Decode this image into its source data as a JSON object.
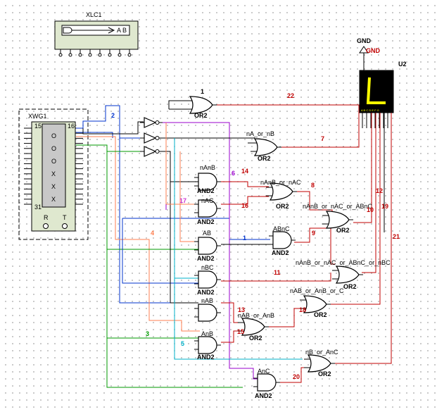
{
  "instruments": {
    "logic_converter": {
      "designator": "XLC1",
      "label": "A B"
    },
    "word_generator": {
      "designator": "XWG1",
      "pins": [
        "O",
        "O",
        "O",
        "X",
        "X",
        "X"
      ],
      "bottom_left": "R",
      "bottom_right": "T",
      "pin_top_left": "15",
      "pin_top_right": "16",
      "pin_bottom_left": "31"
    }
  },
  "ground": {
    "label": "GND",
    "net_label": "GND"
  },
  "display": {
    "designator": "U2",
    "segments": "A B C D E F G"
  },
  "gates": [
    {
      "id": "g-or-top",
      "type": "OR2",
      "net": "1"
    },
    {
      "id": "g-na-or-nb",
      "type": "OR2",
      "signal": "nA_or_nB"
    },
    {
      "id": "g-nanb",
      "type": "AND2",
      "signal": "nAnB"
    },
    {
      "id": "g-nanb-or-nac",
      "type": "OR2",
      "signal": "nAnB_or_nAC"
    },
    {
      "id": "g-nac",
      "type": "AND2",
      "signal": "nAC"
    },
    {
      "id": "g-nanb-nac-abnc",
      "type": "OR2",
      "signal": "nAnB_or_nAC_or_ABnC"
    },
    {
      "id": "g-ab",
      "type": "AND2",
      "signal": "AB"
    },
    {
      "id": "g-abnc",
      "type": "AND2",
      "signal": "ABnC"
    },
    {
      "id": "g-nbc",
      "type": "AND2",
      "signal": "nBC"
    },
    {
      "id": "g-big-or",
      "type": "OR2",
      "signal": "nAnB_or_nAC_or_ABnC_or_nBC"
    },
    {
      "id": "g-nab",
      "type": "AND2",
      "signal": "nAB"
    },
    {
      "id": "g-nab-or-anb-or-c",
      "type": "OR2",
      "signal": "nAB_or_AnB_or_C"
    },
    {
      "id": "g-nab-or-anb",
      "type": "OR2",
      "signal": "nAB_or_AnB"
    },
    {
      "id": "g-anb",
      "type": "AND2",
      "signal": "AnB"
    },
    {
      "id": "g-nb-or-anc",
      "type": "OR2",
      "signal": "nB_or_AnC"
    },
    {
      "id": "g-anc",
      "type": "AND2",
      "signal": "AnC"
    }
  ],
  "nets": {
    "n2": "2",
    "n3": "3",
    "n4": "4",
    "n5": "5",
    "n6": "6",
    "n7": "7",
    "n8": "8",
    "n9": "9",
    "n10": "10",
    "n11": "11",
    "n12": "12",
    "n13": "13",
    "n14": "14",
    "n15": "15",
    "n16": "16",
    "n17": "17",
    "n18": "18",
    "n19": "19",
    "n20": "20",
    "n21": "21",
    "n22": "22",
    "n1b": "1"
  },
  "colors": {
    "red": "#c00000",
    "purple": "#9900cc",
    "blue": "#0033cc",
    "green": "#009900",
    "orange": "#ff7f50",
    "cyan": "#00b0c8",
    "instrument": "#dfe8cf"
  }
}
